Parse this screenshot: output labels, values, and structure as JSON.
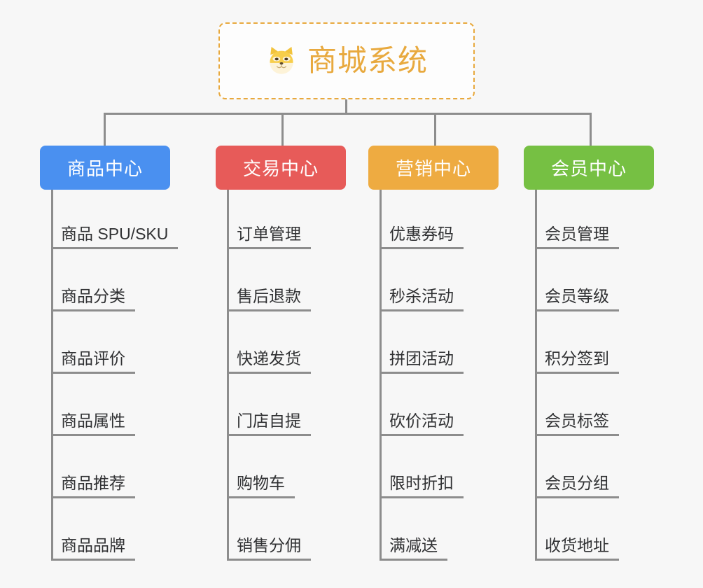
{
  "root": {
    "title": "商城系统",
    "icon": "shiba-dog-face-icon",
    "border_color": "#e8a93e",
    "text_color": "#e8a93e",
    "background": "#fdfdfd"
  },
  "canvas": {
    "background": "#f7f7f7",
    "line_color": "#8d8d8d"
  },
  "branches": [
    {
      "label": "商品中心",
      "color": "#4a90f0",
      "items": [
        "商品 SPU/SKU",
        "商品分类",
        "商品评价",
        "商品属性",
        "商品推荐",
        "商品品牌"
      ]
    },
    {
      "label": "交易中心",
      "color": "#e75b59",
      "items": [
        "订单管理",
        "售后退款",
        "快递发货",
        "门店自提",
        "购物车",
        "销售分佣"
      ]
    },
    {
      "label": "营销中心",
      "color": "#eeab41",
      "items": [
        "优惠券码",
        "秒杀活动",
        "拼团活动",
        "砍价活动",
        "限时折扣",
        "满减送"
      ]
    },
    {
      "label": "会员中心",
      "color": "#76c043",
      "items": [
        "会员管理",
        "会员等级",
        "积分签到",
        "会员标签",
        "会员分组",
        "收货地址"
      ]
    }
  ]
}
